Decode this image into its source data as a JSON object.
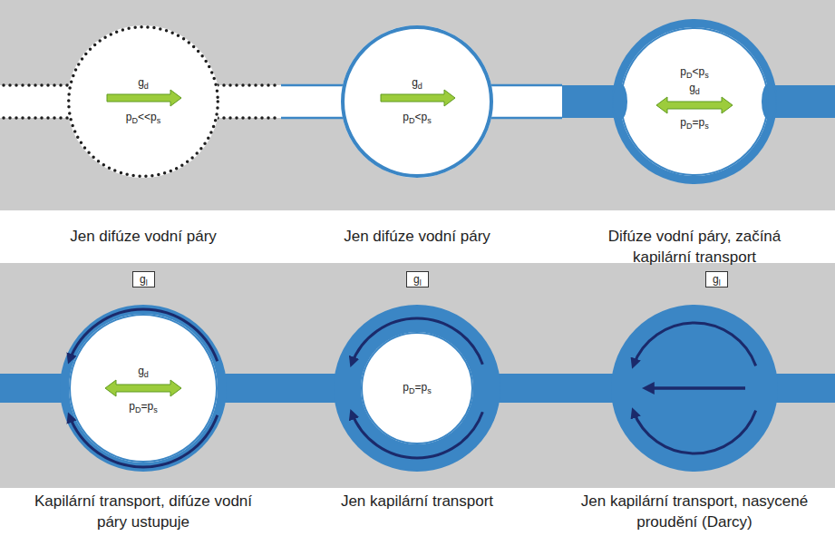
{
  "diagram": {
    "nodes": [
      {
        "text": [
          "gd",
          "pD<<ps"
        ]
      },
      {
        "text": [
          "gd",
          "pD<ps"
        ]
      },
      {
        "text": [
          "pD<ps",
          "gd",
          "pD=ps"
        ]
      },
      {
        "text": [
          "gl"
        ]
      },
      {
        "text": [
          "gd",
          "pD=ps"
        ]
      },
      {
        "text": [
          "gl"
        ]
      },
      {
        "text": [
          "pD=ps"
        ]
      },
      {
        "text": [
          "gl"
        ]
      }
    ],
    "labels": [
      "Jen difúze vodní páry",
      "Jen difúze vodní páry",
      "Difúze vodní páry, začíná kapilární transport",
      "Kapilární transport, difúze vodní páry ustupuje",
      "Jen kapilární transport",
      "Jen kapilární transport, nasycené proudění (Darcy)"
    ]
  }
}
